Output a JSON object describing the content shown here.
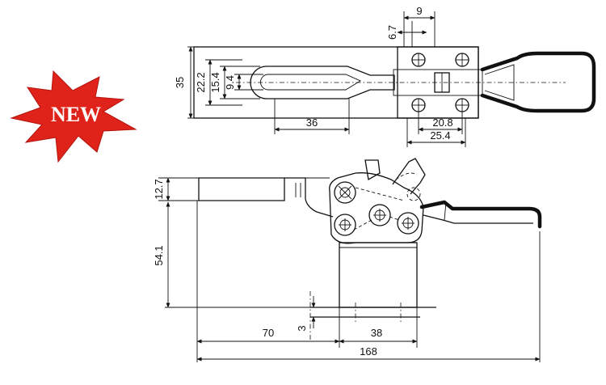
{
  "badge": {
    "text": "NEW",
    "fill": "#e0231a"
  },
  "top_view": {
    "dimensions": [
      "9",
      "6.7",
      "35",
      "22.2",
      "15.4",
      "9.4",
      "36",
      "20.8",
      "25.4"
    ]
  },
  "side_view": {
    "dimensions": [
      "12.7",
      "54.1",
      "70",
      "3",
      "38",
      "168"
    ]
  }
}
